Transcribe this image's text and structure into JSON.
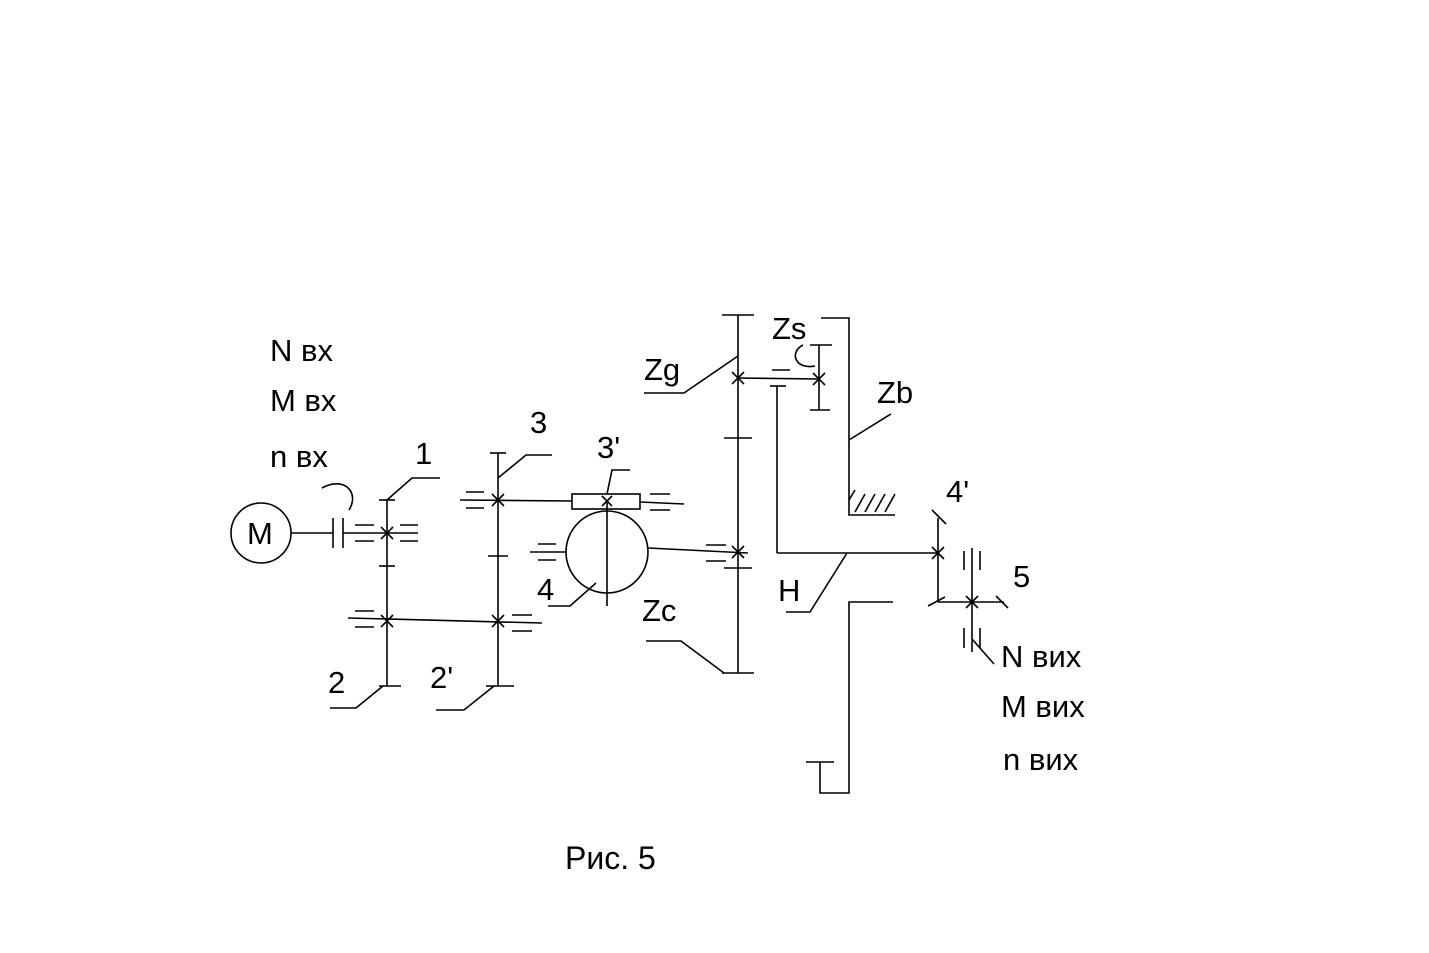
{
  "input": {
    "power": "N вх",
    "torque": "M  вх",
    "speed": "n  вх"
  },
  "output": {
    "power": "N вих",
    "torque": "M вих",
    "speed": "n вих"
  },
  "motor": {
    "label": "M"
  },
  "gears": {
    "g1": "1",
    "g2": "2",
    "g2p": "2'",
    "g3": "3",
    "g3p": "3'",
    "g4": "4",
    "g4p": "4'",
    "g5": "5",
    "zg": "Zg",
    "zs": "Zs",
    "zb": "Zb",
    "zc": "Zc",
    "carrier": "H"
  },
  "caption": "Рис. 5"
}
